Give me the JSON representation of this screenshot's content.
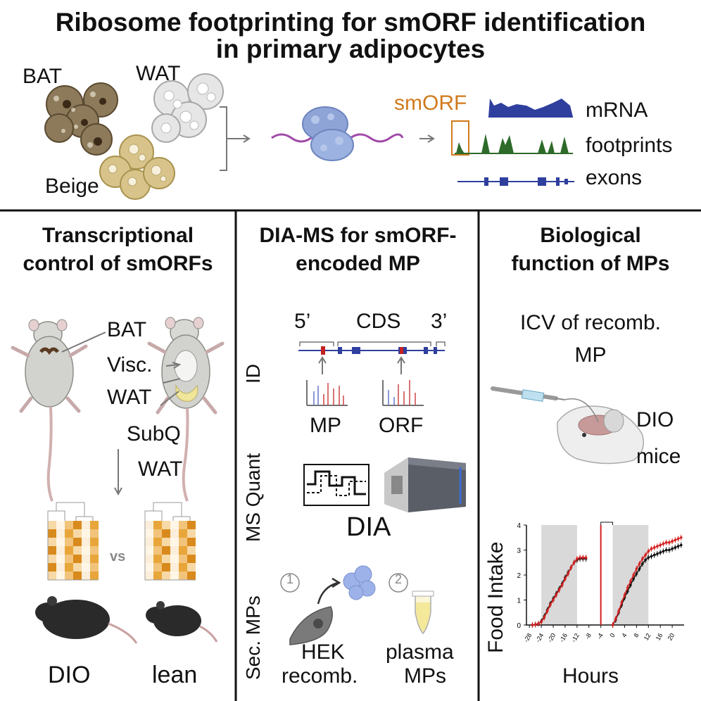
{
  "title": {
    "line1": "Ribosome footprinting for smORF identification",
    "line2": "in primary adipocytes"
  },
  "top": {
    "cell_labels": {
      "bat": "BAT",
      "wat": "WAT",
      "beige": "Beige"
    },
    "track_labels": {
      "smorf": "smORF",
      "mrna": "mRNA",
      "footprints": "footprints",
      "exons": "exons"
    },
    "colors": {
      "bat": "#8c7a5a",
      "wat": "#cfcfcf",
      "beige": "#d8c48a",
      "mrna": "#2f3f9e",
      "footprints": "#2e6b2a",
      "smorf": "#d07a1c"
    }
  },
  "left_panel": {
    "header_line1": "Transcriptional",
    "header_line2": "control of smORFs",
    "tissue_labels": {
      "bat": "BAT",
      "visc": "Visc.",
      "wat1": "WAT",
      "subq": "SubQ",
      "wat2": "WAT"
    },
    "vs": "vs",
    "mouse_labels": {
      "dio": "DIO",
      "lean": "lean"
    }
  },
  "middle_panel": {
    "header_line1": "DIA-MS for smORF-",
    "header_line2": "encoded MP",
    "gene_labels": {
      "five": "5’",
      "cds": "CDS",
      "three": "3’"
    },
    "row_labels": {
      "id": "ID",
      "quant": "MS Quant",
      "sec": "Sec. MPs"
    },
    "spectra_labels": {
      "mp": "MP",
      "orf": "ORF"
    },
    "dia": "DIA",
    "steps": {
      "one": "1",
      "two": "2"
    },
    "bottom_labels": {
      "hek": "HEK",
      "recomb": "recomb.",
      "plasma": "plasma",
      "mps": "MPs"
    }
  },
  "right_panel": {
    "header_line1": "Biological",
    "header_line2": "function of MPs",
    "icv_line1": "ICV of recomb.",
    "icv_line2": "MP",
    "mice_line1": "DIO",
    "mice_line2": "mice",
    "colors": {
      "mp": "#d42020",
      "control": "#111111",
      "night": "#d9d9d9"
    }
  },
  "chart_data": {
    "type": "line",
    "ylabel": "Food Intake",
    "xlabel": "Hours",
    "ylim": [
      0,
      4
    ],
    "yticks": [
      0,
      1,
      2,
      3,
      4
    ],
    "xticks": [
      -28,
      -24,
      -20,
      -16,
      -12,
      -8,
      -4,
      0,
      4,
      8,
      12,
      16,
      20
    ],
    "shaded": [
      [
        -24,
        -12
      ],
      [
        0,
        12
      ]
    ],
    "series": [
      {
        "x": [
          -27,
          -26,
          -25,
          -24,
          -23,
          -22,
          -21,
          -20,
          -19,
          -18,
          -17,
          -16,
          -15,
          -14,
          -13,
          -12,
          -11,
          -10,
          -9
        ],
        "y": [
          0,
          0.02,
          0.05,
          0.15,
          0.35,
          0.6,
          0.85,
          1.05,
          1.25,
          1.45,
          1.65,
          1.9,
          2.1,
          2.3,
          2.5,
          2.6,
          2.65,
          2.65,
          2.65
        ]
      },
      {
        "x": [
          -27,
          -26,
          -25,
          -24,
          -23,
          -22,
          -21,
          -20,
          -19,
          -18,
          -17,
          -16,
          -15,
          -14,
          -13,
          -12,
          -11,
          -10,
          -9
        ],
        "y": [
          0,
          0.02,
          0.05,
          0.12,
          0.3,
          0.55,
          0.8,
          1.0,
          1.2,
          1.4,
          1.6,
          1.85,
          2.05,
          2.3,
          2.5,
          2.65,
          2.7,
          2.7,
          2.7
        ]
      },
      {
        "x": [
          0,
          1,
          2,
          3,
          4,
          5,
          6,
          7,
          8,
          9,
          10,
          11,
          12,
          13,
          14,
          15,
          16,
          17,
          18,
          19,
          20,
          21,
          22,
          23
        ],
        "y": [
          0,
          0.2,
          0.5,
          0.8,
          1.1,
          1.35,
          1.6,
          1.85,
          2.05,
          2.25,
          2.45,
          2.6,
          2.7,
          2.75,
          2.8,
          2.85,
          2.9,
          2.95,
          3.0,
          3.0,
          3.05,
          3.1,
          3.15,
          3.2
        ]
      },
      {
        "x": [
          0,
          1,
          2,
          3,
          4,
          5,
          6,
          7,
          8,
          9,
          10,
          11,
          12,
          13,
          14,
          15,
          16,
          17,
          18,
          19,
          20,
          21,
          22,
          23
        ],
        "y": [
          0,
          0.25,
          0.55,
          0.9,
          1.2,
          1.5,
          1.75,
          2.0,
          2.25,
          2.45,
          2.65,
          2.8,
          2.95,
          3.05,
          3.1,
          3.15,
          3.2,
          3.25,
          3.3,
          3.3,
          3.35,
          3.4,
          3.45,
          3.5
        ]
      }
    ]
  }
}
